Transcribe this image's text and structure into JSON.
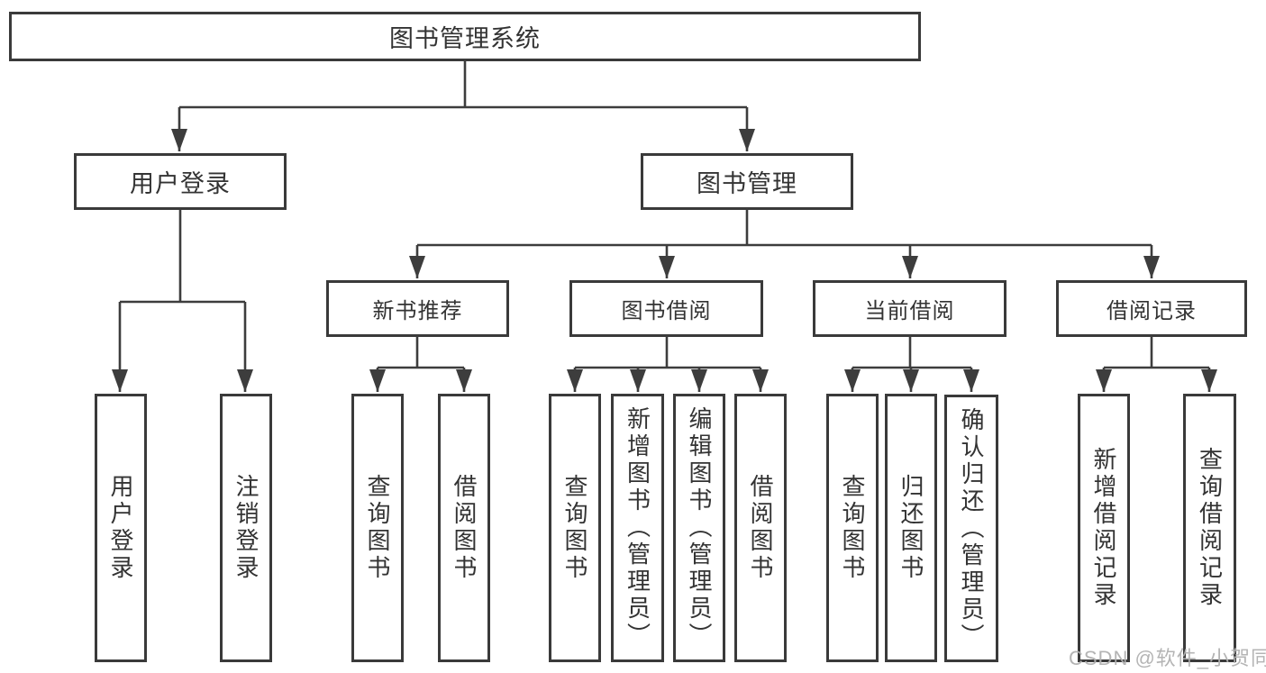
{
  "diagram": {
    "root": {
      "label": "图书管理系统"
    },
    "branches": [
      {
        "label": "用户登录",
        "children": [
          {
            "label": "用户登录"
          },
          {
            "label": "注销登录"
          }
        ]
      },
      {
        "label": "图书管理",
        "children": [
          {
            "label": "新书推荐",
            "children": [
              {
                "label": "查询图书"
              },
              {
                "label": "借阅图书"
              }
            ]
          },
          {
            "label": "图书借阅",
            "children": [
              {
                "label": "查询图书"
              },
              {
                "label": "新增图书（管理员）"
              },
              {
                "label": "编辑图书（管理员）"
              },
              {
                "label": "借阅图书"
              }
            ]
          },
          {
            "label": "当前借阅",
            "children": [
              {
                "label": "查询图书"
              },
              {
                "label": "归还图书"
              },
              {
                "label": "确认归还（管理员）"
              }
            ]
          },
          {
            "label": "借阅记录",
            "children": [
              {
                "label": "新增借阅记录"
              },
              {
                "label": "查询借阅记录"
              }
            ]
          }
        ]
      }
    ]
  },
  "watermark": {
    "text": "CSDN @软件_小贺同学"
  },
  "colors": {
    "line": "#3d3d3d",
    "text": "#333333",
    "watermark": "#b0b0b0",
    "background": "#ffffff"
  }
}
